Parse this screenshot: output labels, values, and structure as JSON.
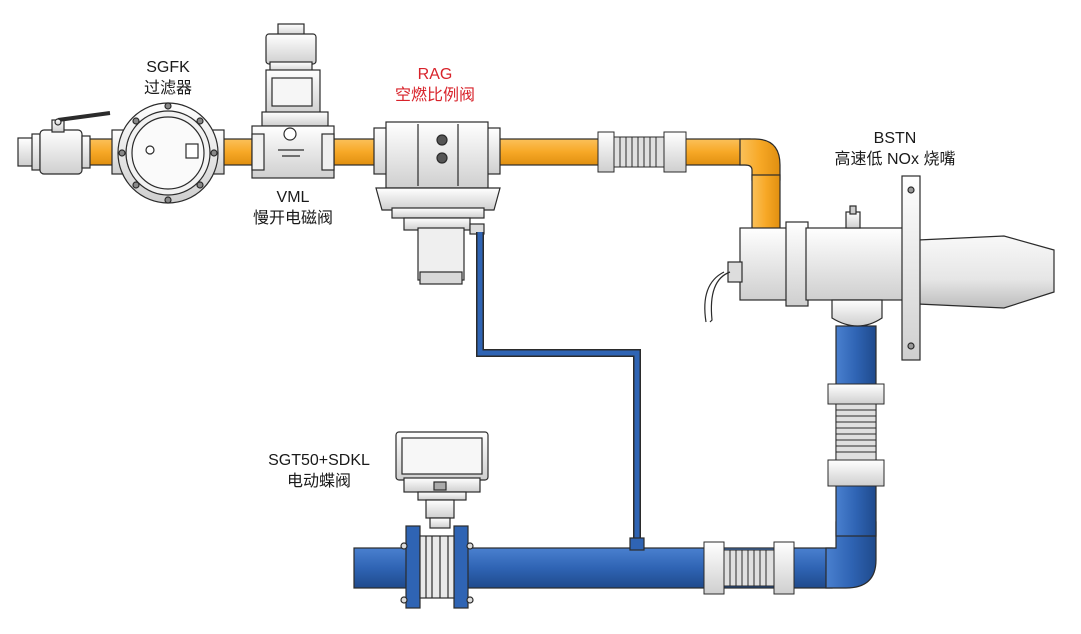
{
  "labels": {
    "sgfk": {
      "code": "SGFK",
      "name": "过滤器"
    },
    "vml": {
      "code": "VML",
      "name": "慢开电磁阀"
    },
    "rag": {
      "code": "RAG",
      "name": "空燃比例阀",
      "color": "#d8222a"
    },
    "bstn": {
      "code": "BSTN",
      "name": "高速低 NOx 烧嘴"
    },
    "sgt50": {
      "code": "SGT50+SDKL",
      "name": "电动蝶阀"
    }
  },
  "colors": {
    "gas_pipe": "#f7a826",
    "air_pipe": "#2f64b4",
    "equipment": "#ececec",
    "outline": "#2b2b2b"
  }
}
